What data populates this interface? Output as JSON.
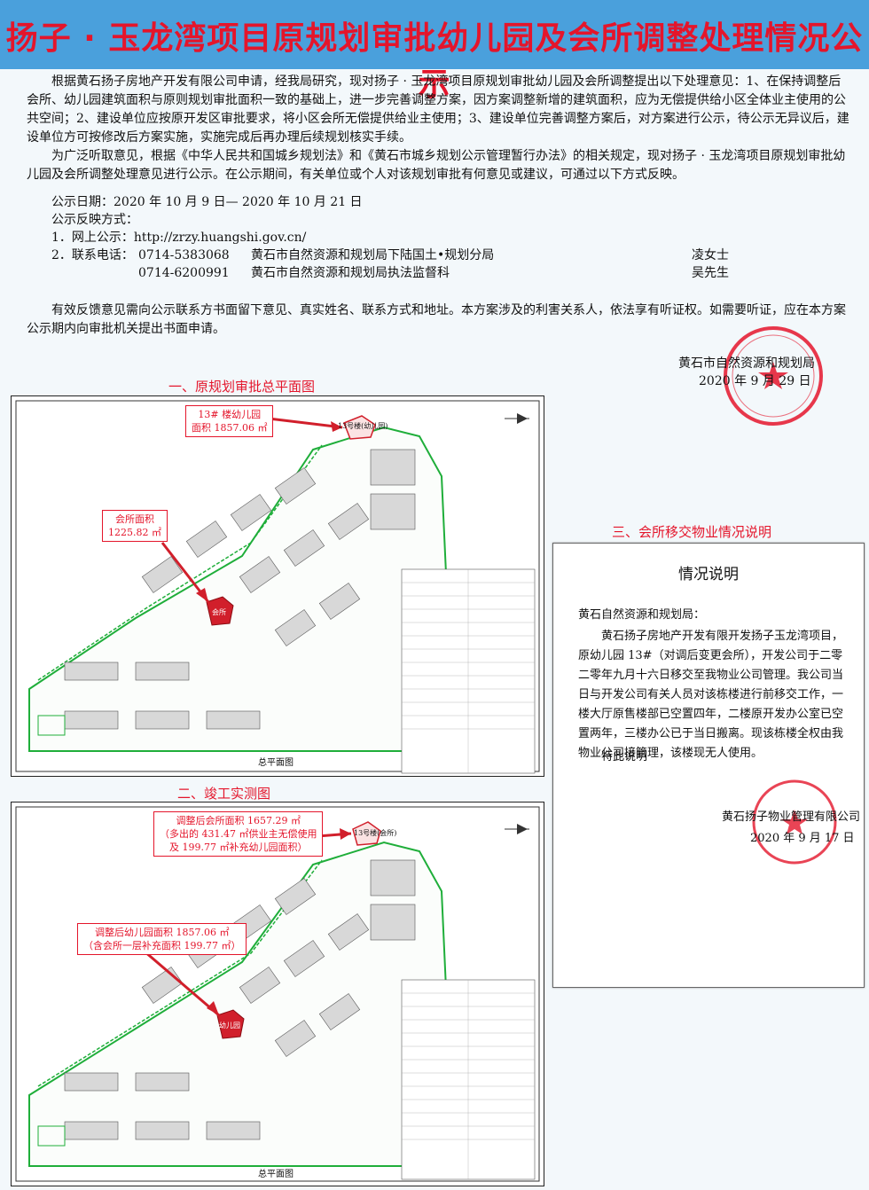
{
  "title": "扬子 · 玉龙湾项目原规划审批幼儿园及会所调整处理情况公示",
  "body": {
    "para1": "根据黄石扬子房地产开发有限公司申请，经我局研究，现对扬子 · 玉龙湾项目原规划审批幼儿园及会所调整提出以下处理意见：1、在保持调整后会所、幼儿园建筑面积与原则规划审批面积一致的基础上，进一步完善调整方案，因方案调整新增的建筑面积，应为无偿提供给小区全体业主使用的公共空间；2、建设单位应按原开发区审批要求，将小区会所无偿提供给业主使用；3、建设单位完善调整方案后，对方案进行公示，待公示无异议后，建设单位方可按修改后方案实施，实施完成后再办理后续规划核实手续。",
    "para2": "为广泛听取意见，根据《中华人民共和国城乡规划法》和《黄石市城乡规划公示管理暂行办法》的相关规定，现对扬子 · 玉龙湾项目原规划审批幼儿园及会所调整处理意见进行公示。在公示期间，有关单位或个人对该规划审批有何意见或建议，可通过以下方式反映。",
    "date_line": "公示日期：2020 年 10 月 9 日— 2020 年 10 月 21 日",
    "feedback_label": "公示反映方式：",
    "online": "1．网上公示：http://zrzy.huangshi.gov.cn/",
    "phone_label": "2．联系电话：",
    "phone1": "0714-5383068",
    "dept1": "黄石市自然资源和规划局下陆国土•规划分局",
    "person1": "凌女士",
    "phone2": "0714-6200991",
    "dept2": "黄石市自然资源和规划局执法监督科",
    "person2": "吴先生",
    "para3": "有效反馈意见需向公示联系方书面留下意见、真实姓名、联系方式和地址。本方案涉及的利害关系人，依法享有听证权。如需要听证，应在本方案公示期内向审批机关提出书面申请。",
    "org": "黄石市自然资源和规划局",
    "sign_date": "2020 年 9 月 29 日"
  },
  "sections": {
    "s1": "一、原规划审批总平面图",
    "s2": "二、竣工实测图",
    "s3": "三、会所移交物业情况说明"
  },
  "plan1": {
    "callout_kg_1": "13# 楼幼儿园",
    "callout_kg_2": "面积 1857.06 ㎡",
    "callout_club_1": "会所面积",
    "callout_club_2": "1225.82 ㎡",
    "tag_kg": "13号楼(幼儿园)",
    "tag_club": "会所",
    "plan_label": "总平面图"
  },
  "plan2": {
    "callout_club_1": "调整后会所面积 1657.29 ㎡",
    "callout_club_2": "（多出的 431.47 ㎡供业主无偿使用",
    "callout_club_3": "及 199.77 ㎡补充幼儿园面积）",
    "callout_kg_1": "调整后幼儿园面积 1857.06 ㎡",
    "callout_kg_2": "（含会所一层补充面积 199.77 ㎡）",
    "tag_club": "13号楼(会所)",
    "tag_kg": "幼儿园",
    "plan_label": "总平面图"
  },
  "letter": {
    "heading": "情况说明",
    "to": "黄石自然资源和规划局：",
    "body": "黄石扬子房地产开发有限开发扬子玉龙湾项目，原幼儿园 13#（对调后变更会所），开发公司于二零二零年九月十六日移交至我物业公司管理。我公司当日与开发公司有关人员对该栋楼进行前移交工作，一楼大厅原售楼部已空置四年，二楼原开发办公室已空置两年，三楼办公已于当日搬离。现该栋楼全权由我物业公司接管理，该楼现无人使用。",
    "closing": "特此说明",
    "signer": "黄石扬子物业管理有限公司",
    "date": "2020 年 9 月 17 日"
  },
  "colors": {
    "banner": "#4aa0dc",
    "title_red": "#e4152b",
    "plan_green": "#1fae3a",
    "building_gray": "#cfcfcf",
    "highlight_red": "#d11f2b"
  }
}
